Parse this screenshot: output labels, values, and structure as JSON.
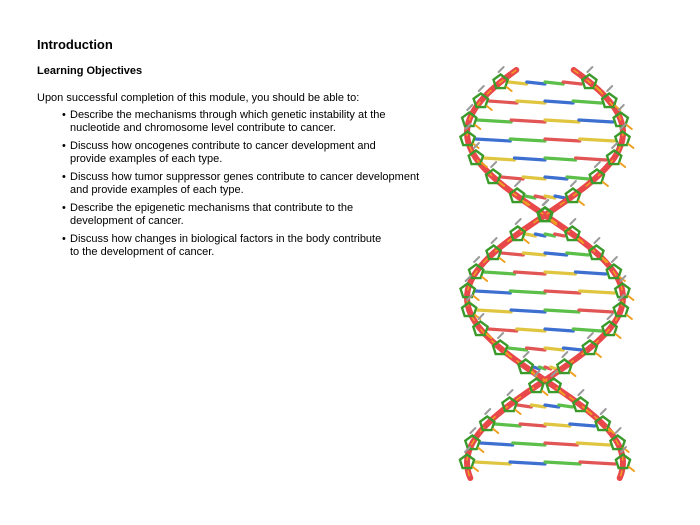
{
  "header": {
    "title": "Introduction",
    "subtitle": "Learning Objectives"
  },
  "body": {
    "intro": "Upon successful completion of this module, you should be able to:",
    "objectives": [
      {
        "line1": "Describe the mechanisms through which genetic instability at the",
        "line2": "nucleotide and chromosome level contribute to cancer."
      },
      {
        "line1": "Discuss how oncogenes contribute to cancer development and",
        "line2": "provide examples of each type."
      },
      {
        "line1": "Discuss how tumor suppressor genes contribute to cancer development",
        "line2": "and provide examples of each type."
      },
      {
        "line1": "Describe the epigenetic mechanisms that contribute to the",
        "line2": "development of cancer."
      },
      {
        "line1": "Discuss how changes in biological factors in the body contribute",
        "line2": "to the development of cancer."
      }
    ]
  },
  "illustration": {
    "icon": "dna-double-helix-icon",
    "colors": {
      "backbone": "#e8484a",
      "backbone_highlight": "#f0a020",
      "ring": "#3a9a2a",
      "base_blue": "#3d6fd1",
      "base_green": "#5bbf4a",
      "base_red": "#e25555",
      "base_yellow": "#e0c540",
      "cap": "#9a9a9a"
    }
  }
}
